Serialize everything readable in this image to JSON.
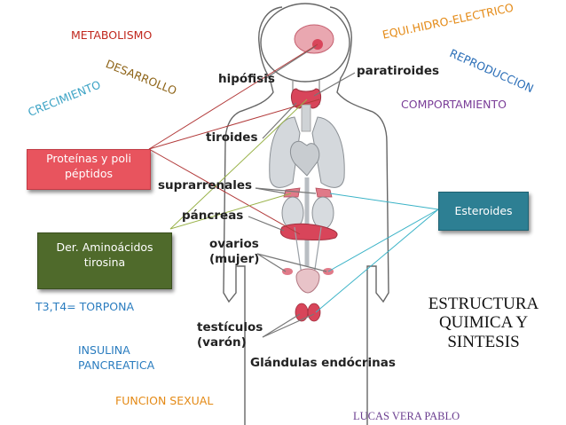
{
  "colors": {
    "red_box": "#e8545e",
    "green_box": "#4f6a2b",
    "teal_box": "#2d7f93",
    "red_line": "#b23a3a",
    "green_line": "#9ab34a",
    "teal_line": "#3bb3c7",
    "organ_red": "#d8455a",
    "body_outline": "#555555"
  },
  "keywords": {
    "metabolismo": "METABOLISMO",
    "desarrollo": "DESARROLLO",
    "crecimiento": "CRECIMIENTO",
    "equilibrio": "EQUI.HIDRO-ELECTRICO",
    "reproduccion": "REPRODUCCION",
    "comportamiento": "COMPORTAMIENTO",
    "t3t4": "T3,T4= TORPONA",
    "insulina_1": "INSULINA",
    "insulina_2": "PANCREATICA",
    "funcion_sexual": "FUNCION SEXUAL"
  },
  "organs": {
    "hipofisis": "hipófisis",
    "paratiroides": "paratiroides",
    "tiroides": "tiroides",
    "suprarrenales": "suprarrenales",
    "pancreas": "páncreas",
    "ovarios_1": "ovarios",
    "ovarios_2": "(mujer)",
    "testiculos_1": "testículos",
    "testiculos_2": "(varón)",
    "caption": "Glándulas endócrinas"
  },
  "boxes": {
    "proteinas_1": "Proteínas  y poli",
    "proteinas_2": "péptidos",
    "aminoacidos_1": "Der. Aminoácidos",
    "aminoacidos_2": "tirosina",
    "esteroides": "Esteroides"
  },
  "title": {
    "line1": "ESTRUCTURA",
    "line2": "QUIMICA Y",
    "line3": "SINTESIS"
  },
  "author": "LUCAS VERA PABLO"
}
